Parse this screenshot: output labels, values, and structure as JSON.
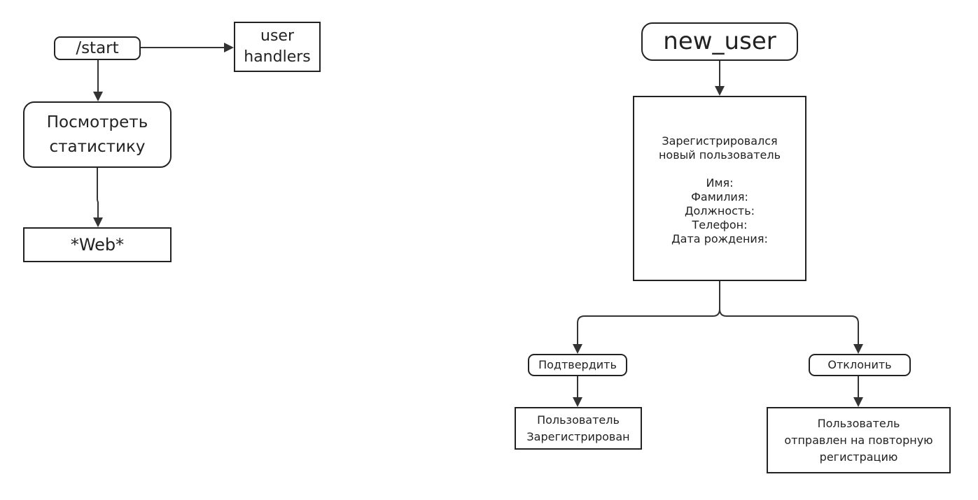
{
  "diagram_left": {
    "start_command": "/start",
    "user_handlers": "user\nhandlers",
    "view_stats": "Посмотреть\nстатистику",
    "web": "*Web*"
  },
  "diagram_right": {
    "new_user": "new_user",
    "registration_notice": "Зарегистрировался\nновый пользователь\n\nИмя:\nФамилия:\nДолжность:\nТелефон:\nДата рождения:",
    "confirm_button": "Подтвердить",
    "reject_button": "Отклонить",
    "user_registered": "Пользователь\nЗарегистрирован",
    "user_sent_back": "Пользователь\nотправлен на повторную\nрегистрацию"
  },
  "colors": {
    "stroke": "#222222",
    "background": "#ffffff"
  }
}
